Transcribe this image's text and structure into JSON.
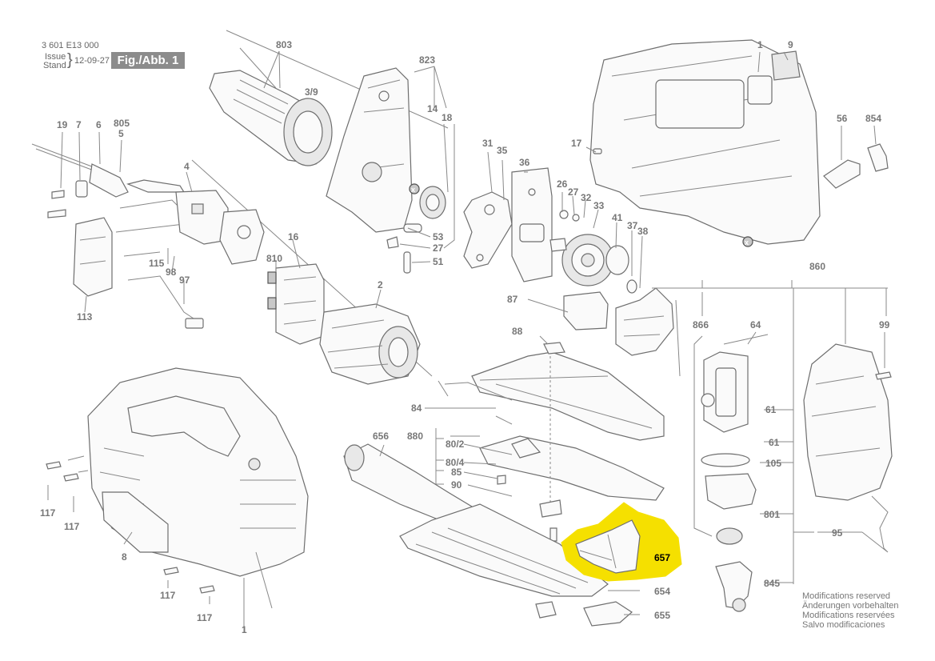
{
  "header": {
    "doc_number": "3 601 E13 000",
    "issue_label": "Issue",
    "stand_label": "Stand",
    "issue_date": "12-09-27",
    "fig_label": "Fig./Abb. 1"
  },
  "highlight": {
    "part": "657",
    "color": "#f5e000"
  },
  "parts": {
    "p803": "803",
    "p3_9": "3/9",
    "p823": "823",
    "p14": "14",
    "p18": "18",
    "p1_top": "1",
    "p9": "9",
    "p19": "19",
    "p7": "7",
    "p6": "6",
    "p805": "805",
    "p5": "5",
    "p4": "4",
    "p17": "17",
    "p56": "56",
    "p854": "854",
    "p31": "31",
    "p35": "35",
    "p36": "36",
    "p26": "26",
    "p27a": "27",
    "p32": "32",
    "p33": "33",
    "p41": "41",
    "p37": "37",
    "p38": "38",
    "p53": "53",
    "p27b": "27",
    "p51": "51",
    "p16": "16",
    "p810": "810",
    "p115": "115",
    "p98": "98",
    "p97": "97",
    "p113": "113",
    "p2": "2",
    "p87": "87",
    "p860": "860",
    "p866": "866",
    "p64": "64",
    "p99": "99",
    "p88": "88",
    "p84": "84",
    "p656": "656",
    "p880": "880",
    "p80_2": "80/2",
    "p80_4": "80/4",
    "p85": "85",
    "p90": "90",
    "p61a": "61",
    "p61b": "61",
    "p105": "105",
    "p801": "801",
    "p95": "95",
    "p845": "845",
    "p654": "654",
    "p655": "655",
    "p117a": "117",
    "p117b": "117",
    "p117c": "117",
    "p117d": "117",
    "p8": "8",
    "p1_bottom": "1"
  },
  "modifications": [
    "Modifications reserved",
    "Änderungen vorbehalten",
    "Modifications reservées",
    "Salvo modificaciones"
  ]
}
